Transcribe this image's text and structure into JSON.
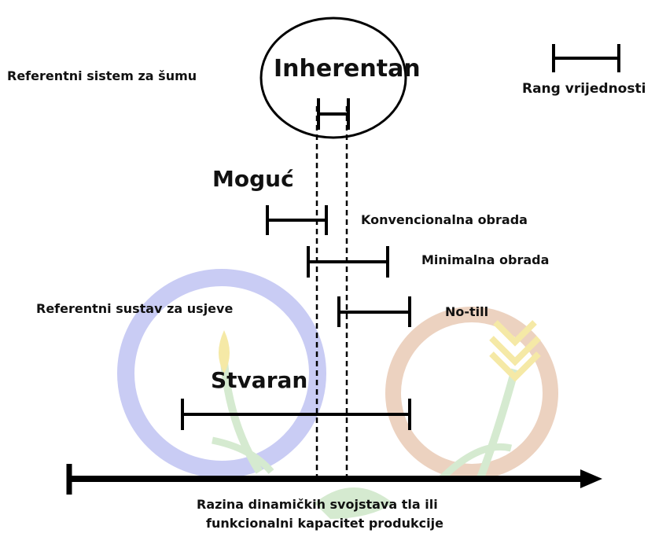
{
  "diagram": {
    "inherent_label": "Inherentan",
    "forest_reference_label": "Referentni sistem za šumu",
    "range_legend_label": "Rang vrijednosti",
    "possible_label": "Moguć",
    "conventional_label": "Konvencionalna obrada",
    "minimal_label": "Minimalna obrada",
    "notill_label": "No-till",
    "crop_reference_label": "Referentni sustav za usjeve",
    "actual_label": "Stvaran",
    "axis_label_line1": "Razina dinamičkih svojstava tla ili",
    "axis_label_line2": "funkcionalni kapacitet produkcije",
    "colors": {
      "ink": "#000000",
      "watermark_blue": "#c9ccf4",
      "watermark_brown": "#ecd2c0",
      "watermark_yellow": "#f5e9a6",
      "watermark_green": "#d5ead0"
    }
  }
}
